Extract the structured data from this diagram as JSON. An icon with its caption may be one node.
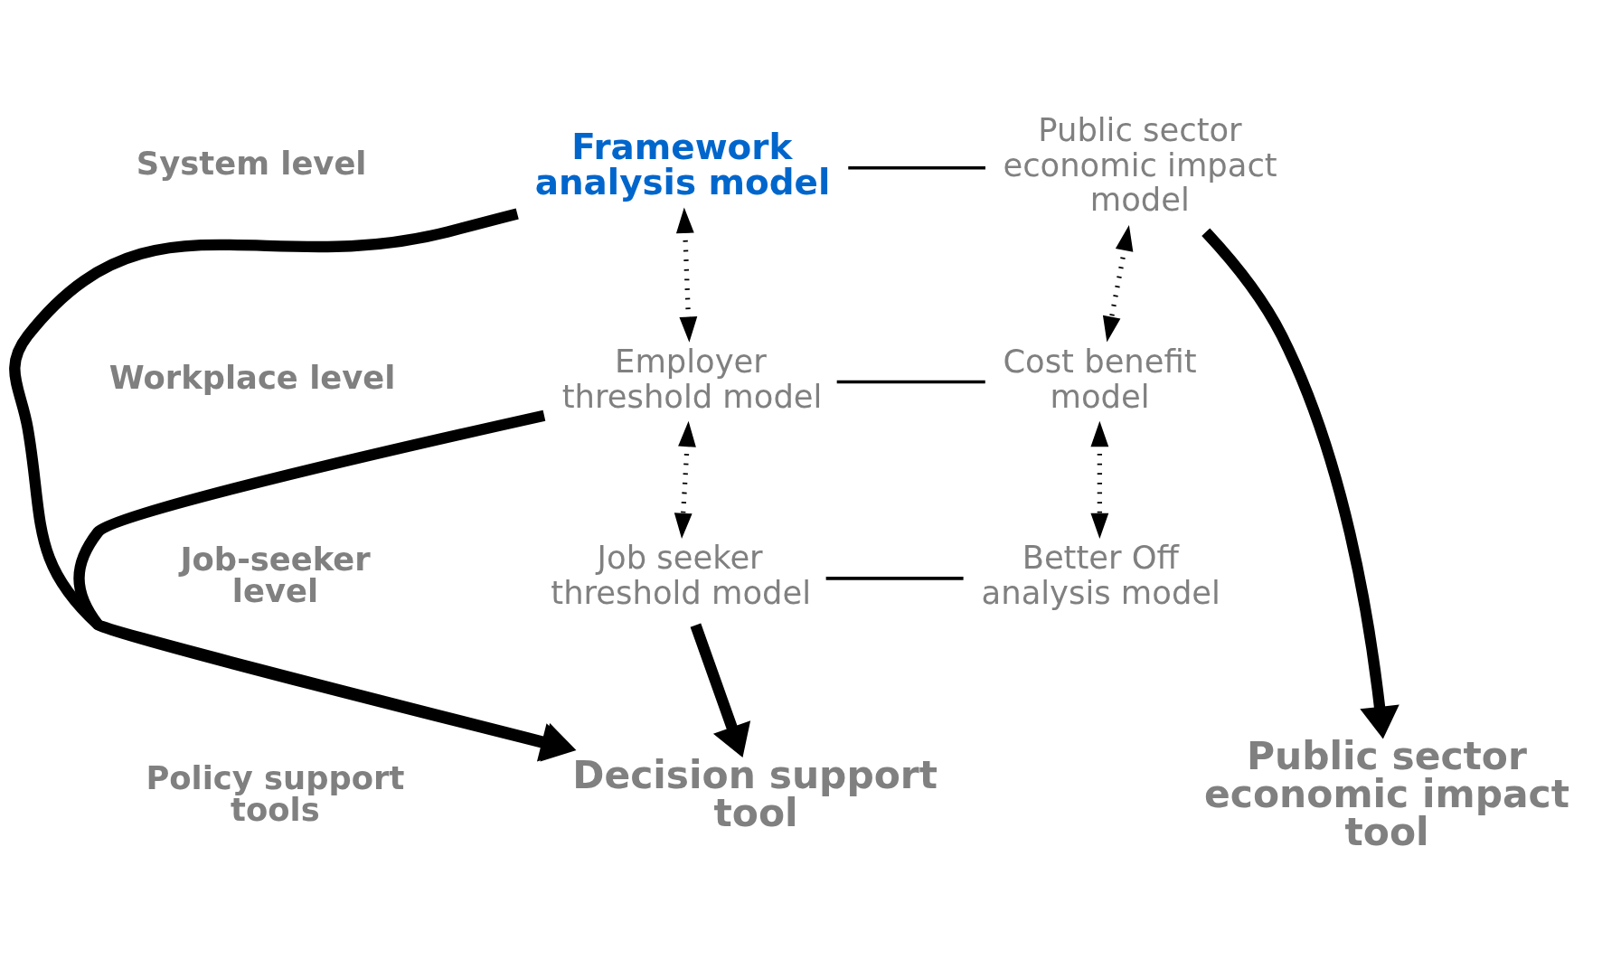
{
  "diagram": {
    "nodes": [
      {
        "text": [
          "Framework analysis model"
        ]
      },
      {
        "text": [
          "Public sector economic impact model"
        ]
      },
      {
        "text": [
          "Employer threshold model"
        ]
      },
      {
        "text": [
          "Cost benefit model"
        ]
      },
      {
        "text": [
          "Job seeker threshold model"
        ]
      },
      {
        "text": [
          "Better Off analysis model"
        ]
      },
      {
        "text": [
          "Decision support tool"
        ]
      },
      {
        "text": [
          "Public sector economic impact tool"
        ]
      }
    ],
    "edges": [
      {
        "from": 0,
        "to": 1,
        "arrow": "none"
      },
      {
        "from": 2,
        "to": 3,
        "arrow": "none"
      },
      {
        "from": 4,
        "to": 5,
        "arrow": "none"
      },
      {
        "from": 0,
        "to": 2,
        "arrow": "both",
        "style": "dashed"
      },
      {
        "from": 2,
        "to": 4,
        "arrow": "both",
        "style": "dashed"
      },
      {
        "from": 1,
        "to": 3,
        "arrow": "both",
        "style": "dashed"
      },
      {
        "from": 3,
        "to": 5,
        "arrow": "both",
        "style": "dashed"
      },
      {
        "from": 0,
        "to": 6,
        "arrow": "to",
        "style": "thick"
      },
      {
        "from": 2,
        "to": 6,
        "arrow": "to",
        "style": "thick"
      },
      {
        "from": 4,
        "to": 6,
        "arrow": "to",
        "style": "thick"
      },
      {
        "from": 1,
        "to": 7,
        "arrow": "to",
        "style": "thick"
      }
    ],
    "labels": [
      "System level",
      "Workplace level",
      "Job-seeker level",
      "Policy support tools"
    ]
  }
}
